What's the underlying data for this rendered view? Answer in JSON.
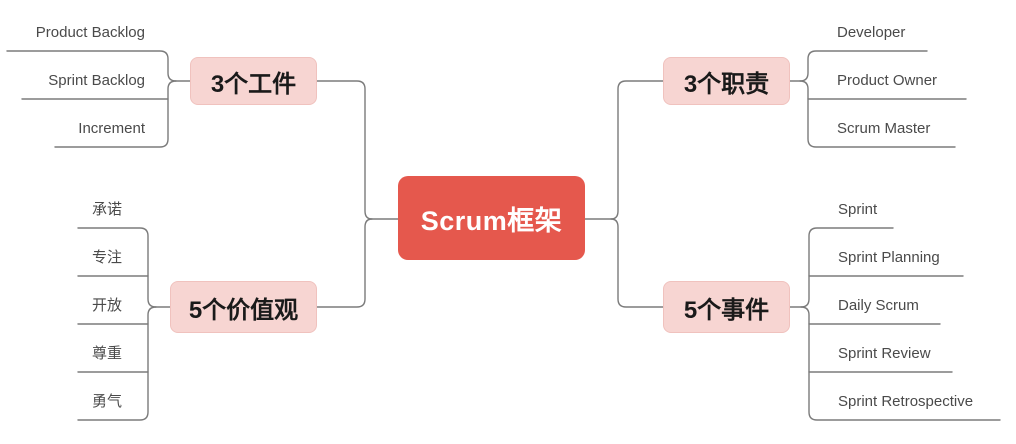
{
  "diagram": {
    "title": "Scrum框架",
    "root": {
      "label": "Scrum框架"
    },
    "branches": [
      {
        "label": "3个工件",
        "side": "left-top",
        "children": [
          "Product Backlog",
          "Sprint Backlog",
          "Increment"
        ]
      },
      {
        "label": "5个价值观",
        "side": "left-bottom",
        "children": [
          "承诺",
          "专注",
          "开放",
          "尊重",
          "勇气"
        ]
      },
      {
        "label": "3个职责",
        "side": "right-top",
        "children": [
          "Developer",
          "Product Owner",
          "Scrum Master"
        ]
      },
      {
        "label": "5个事件",
        "side": "right-bottom",
        "children": [
          "Sprint",
          "Sprint Planning",
          "Daily Scrum",
          "Sprint Review",
          "Sprint Retrospective"
        ]
      }
    ],
    "colors": {
      "root_bg": "#e5584d",
      "root_text": "#ffffff",
      "branch_bg": "#f7d5d2",
      "branch_border": "#f0c2be",
      "branch_text": "#1a1a1a",
      "child_text": "#4a4a4a",
      "connector": "#7b7b7b",
      "background": "#ffffff"
    }
  }
}
